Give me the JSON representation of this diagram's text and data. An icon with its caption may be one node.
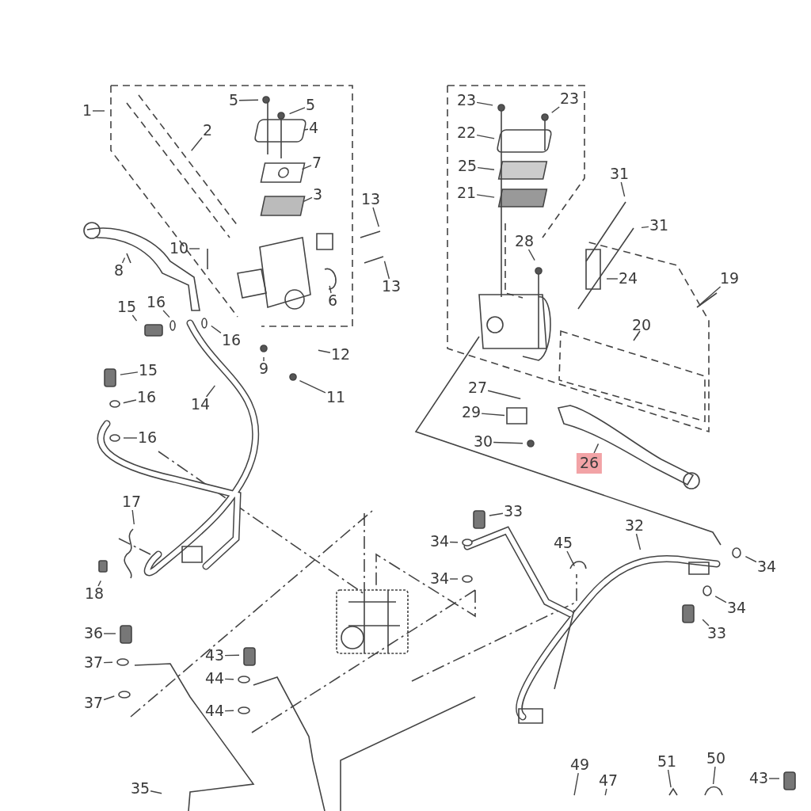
{
  "diagram": {
    "nodes": [
      {
        "text": [
          "1"
        ]
      },
      {
        "text": [
          "2"
        ]
      },
      {
        "text": [
          "5"
        ]
      },
      {
        "text": [
          "5"
        ]
      },
      {
        "text": [
          "4"
        ]
      },
      {
        "text": [
          "7"
        ]
      },
      {
        "text": [
          "3"
        ]
      },
      {
        "text": [
          "13"
        ]
      },
      {
        "text": [
          "10"
        ]
      },
      {
        "text": [
          "8"
        ]
      },
      {
        "text": [
          "13"
        ]
      },
      {
        "text": [
          "6"
        ]
      },
      {
        "text": [
          "15"
        ]
      },
      {
        "text": [
          "16"
        ]
      },
      {
        "text": [
          "16"
        ]
      },
      {
        "text": [
          "12"
        ]
      },
      {
        "text": [
          "9"
        ]
      },
      {
        "text": [
          "11"
        ]
      },
      {
        "text": [
          "15"
        ]
      },
      {
        "text": [
          "16"
        ]
      },
      {
        "text": [
          "14"
        ]
      },
      {
        "text": [
          "16"
        ]
      },
      {
        "text": [
          "23"
        ]
      },
      {
        "text": [
          "23"
        ]
      },
      {
        "text": [
          "22"
        ]
      },
      {
        "text": [
          "25"
        ]
      },
      {
        "text": [
          "21"
        ]
      },
      {
        "text": [
          "31"
        ]
      },
      {
        "text": [
          "31"
        ]
      },
      {
        "text": [
          "28"
        ]
      },
      {
        "text": [
          "24"
        ]
      },
      {
        "text": [
          "19"
        ]
      },
      {
        "text": [
          "20"
        ]
      },
      {
        "text": [
          "27"
        ]
      },
      {
        "text": [
          "29"
        ]
      },
      {
        "text": [
          "30"
        ]
      },
      {
        "text": [
          "26"
        ]
      },
      {
        "text": [
          "17"
        ]
      },
      {
        "text": [
          "18"
        ]
      },
      {
        "text": [
          "33"
        ]
      },
      {
        "text": [
          "34"
        ]
      },
      {
        "text": [
          "34"
        ]
      },
      {
        "text": [
          "45"
        ]
      },
      {
        "text": [
          "32"
        ]
      },
      {
        "text": [
          "34"
        ]
      },
      {
        "text": [
          "34"
        ]
      },
      {
        "text": [
          "33"
        ]
      },
      {
        "text": [
          "36"
        ]
      },
      {
        "text": [
          "37"
        ]
      },
      {
        "text": [
          "37"
        ]
      },
      {
        "text": [
          "43"
        ]
      },
      {
        "text": [
          "44"
        ]
      },
      {
        "text": [
          "44"
        ]
      },
      {
        "text": [
          "35"
        ]
      },
      {
        "text": [
          "49"
        ]
      },
      {
        "text": [
          "47"
        ]
      },
      {
        "text": [
          "51"
        ]
      },
      {
        "text": [
          "50"
        ]
      },
      {
        "text": [
          "43"
        ]
      }
    ],
    "edges": [
      {
        "from": 0,
        "to": null,
        "arrow": "none"
      },
      {
        "from": 1,
        "to": null,
        "arrow": "none"
      },
      {
        "from": 2,
        "to": null,
        "arrow": "none"
      },
      {
        "from": 3,
        "to": null,
        "arrow": "none"
      },
      {
        "from": 4,
        "to": null,
        "arrow": "none"
      },
      {
        "from": 5,
        "to": null,
        "arrow": "none"
      },
      {
        "from": 6,
        "to": null,
        "arrow": "none"
      },
      {
        "from": 7,
        "to": null,
        "arrow": "none"
      },
      {
        "from": 8,
        "to": null,
        "arrow": "none"
      },
      {
        "from": 9,
        "to": null,
        "arrow": "none"
      },
      {
        "from": 10,
        "to": null,
        "arrow": "none"
      },
      {
        "from": 11,
        "to": null,
        "arrow": "none"
      },
      {
        "from": 12,
        "to": null,
        "arrow": "none"
      },
      {
        "from": 13,
        "to": null,
        "arrow": "none"
      },
      {
        "from": 14,
        "to": null,
        "arrow": "none"
      },
      {
        "from": 15,
        "to": null,
        "arrow": "none"
      },
      {
        "from": 16,
        "to": null,
        "arrow": "none"
      },
      {
        "from": 17,
        "to": null,
        "arrow": "none"
      },
      {
        "from": 18,
        "to": null,
        "arrow": "none"
      },
      {
        "from": 19,
        "to": null,
        "arrow": "none"
      },
      {
        "from": 20,
        "to": null,
        "arrow": "none"
      },
      {
        "from": 21,
        "to": null,
        "arrow": "none"
      },
      {
        "from": 22,
        "to": null,
        "arrow": "none"
      },
      {
        "from": 23,
        "to": null,
        "arrow": "none"
      },
      {
        "from": 24,
        "to": null,
        "arrow": "none"
      },
      {
        "from": 25,
        "to": null,
        "arrow": "none"
      },
      {
        "from": 26,
        "to": null,
        "arrow": "none"
      },
      {
        "from": 27,
        "to": null,
        "arrow": "none"
      },
      {
        "from": 28,
        "to": null,
        "arrow": "none"
      },
      {
        "from": 29,
        "to": null,
        "arrow": "none"
      },
      {
        "from": 30,
        "to": null,
        "arrow": "none"
      },
      {
        "from": 31,
        "to": null,
        "arrow": "none"
      },
      {
        "from": 32,
        "to": null,
        "arrow": "none"
      },
      {
        "from": 33,
        "to": null,
        "arrow": "none"
      },
      {
        "from": 34,
        "to": null,
        "arrow": "none"
      },
      {
        "from": 35,
        "to": null,
        "arrow": "none"
      },
      {
        "from": 36,
        "to": null,
        "arrow": "none"
      },
      {
        "from": 37,
        "to": null,
        "arrow": "none"
      },
      {
        "from": 38,
        "to": null,
        "arrow": "none"
      },
      {
        "from": 39,
        "to": null,
        "arrow": "none"
      },
      {
        "from": 40,
        "to": null,
        "arrow": "none"
      },
      {
        "from": 41,
        "to": null,
        "arrow": "none"
      },
      {
        "from": 42,
        "to": null,
        "arrow": "none"
      },
      {
        "from": 43,
        "to": null,
        "arrow": "none"
      },
      {
        "from": 44,
        "to": null,
        "arrow": "none"
      },
      {
        "from": 45,
        "to": null,
        "arrow": "none"
      },
      {
        "from": 46,
        "to": null,
        "arrow": "none"
      },
      {
        "from": 47,
        "to": null,
        "arrow": "none"
      },
      {
        "from": 48,
        "to": null,
        "arrow": "none"
      },
      {
        "from": 49,
        "to": null,
        "arrow": "none"
      },
      {
        "from": 50,
        "to": null,
        "arrow": "none"
      },
      {
        "from": 51,
        "to": null,
        "arrow": "none"
      },
      {
        "from": 52,
        "to": null,
        "arrow": "none"
      },
      {
        "from": 53,
        "to": null,
        "arrow": "none"
      },
      {
        "from": 54,
        "to": null,
        "arrow": "none"
      },
      {
        "from": 55,
        "to": null,
        "arrow": "none"
      },
      {
        "from": 56,
        "to": null,
        "arrow": "none"
      },
      {
        "from": 57,
        "to": null,
        "arrow": "none"
      },
      {
        "from": 58,
        "to": null,
        "arrow": "none"
      }
    ]
  }
}
